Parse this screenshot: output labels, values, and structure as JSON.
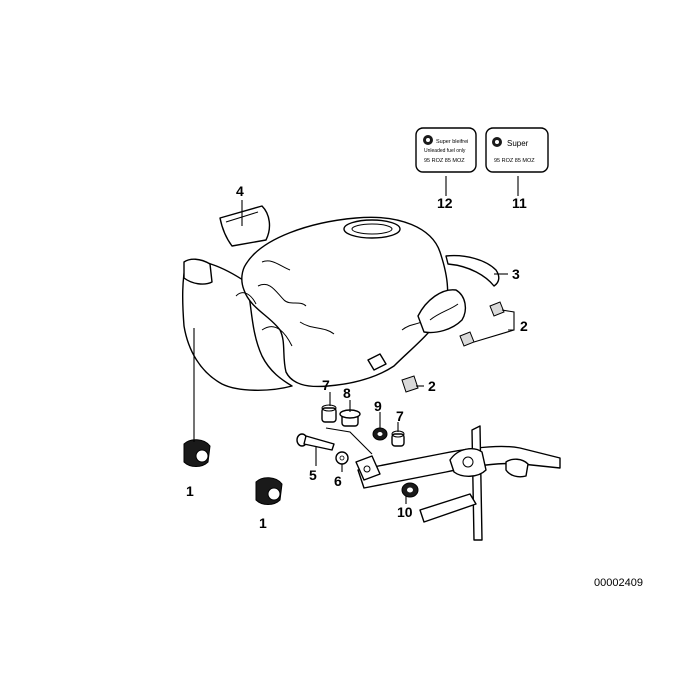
{
  "reference_number": "00002409",
  "callouts": {
    "c1a": "1",
    "c1b": "1",
    "c2a": "2",
    "c2b": "2",
    "c3": "3",
    "c4": "4",
    "c5": "5",
    "c6": "6",
    "c7a": "7",
    "c7b": "7",
    "c8": "8",
    "c9": "9",
    "c10": "10",
    "c11": "11",
    "c12": "12"
  },
  "labels": {
    "label12": {
      "line1": "Super bleifrei",
      "line2": "Unleaded fuel only",
      "line3": "95 ROZ 85 MOZ"
    },
    "label11": {
      "line1": "Super",
      "line2": "95 ROZ 85 MOZ"
    }
  }
}
